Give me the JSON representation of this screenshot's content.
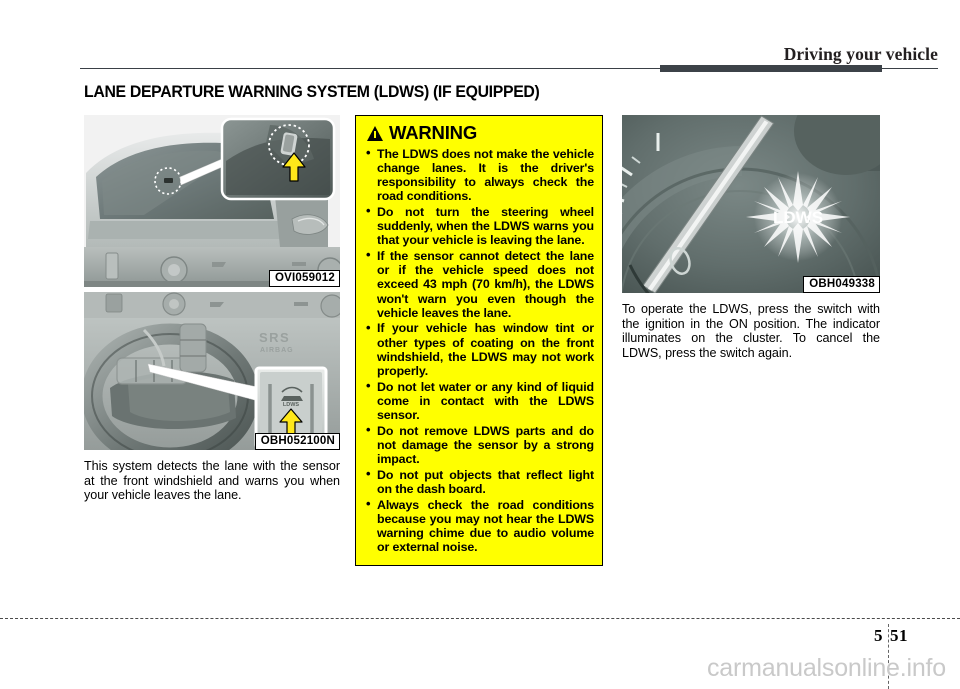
{
  "header": {
    "title": "Driving your vehicle"
  },
  "section": {
    "title": "LANE DEPARTURE WARNING SYSTEM (LDWS) (IF EQUIPPED)"
  },
  "figures": {
    "windshield_sensor": {
      "caption": "OVI059012",
      "alt": "Front windshield with LDWS sensor location circled and magnified inset"
    },
    "steering_wheel_switch": {
      "caption": "OBH052100N",
      "alt": "Steering wheel with LDWS switch magnified inset"
    },
    "cluster_indicator": {
      "caption": "OBH049338",
      "alt": "Instrument cluster with illuminated LDWS indicator",
      "indicator_label": "LDWS"
    }
  },
  "left_column": {
    "body": "This system detects the lane with the sensor at the front windshield and warns you when your vehicle leaves the lane."
  },
  "right_column": {
    "body": "To operate the LDWS, press the switch with the ignition in the ON position. The indicator illuminates on the cluster. To cancel the LDWS, press the switch again."
  },
  "warning": {
    "title": "WARNING",
    "icon": "warning-triangle-icon",
    "background_color": "#ffff00",
    "border_color": "#000000",
    "items": [
      "The LDWS does not make the vehicle change lanes. It is the driver's responsibility to always check the road conditions.",
      "Do not turn the steering wheel suddenly, when the LDWS warns you that your vehicle is leaving the lane.",
      "If the sensor cannot detect the lane or if the vehicle speed does not exceed 43 mph (70 km/h), the LDWS won't warn you even though the vehicle leaves the lane.",
      "If your vehicle has window tint or other types of coating on the front windshield, the LDWS may not work properly.",
      "Do not let water or any kind of liquid come in contact with the LDWS sensor.",
      "Do not remove LDWS parts and do not damage the sensor by a strong impact.",
      "Do not put objects that reflect light on the dash board.",
      "Always check the road conditions because you may not hear the LDWS warning chime due to audio volume or external noise."
    ]
  },
  "footer": {
    "chapter": "5",
    "page": "51",
    "watermark": "carmanualsonline.info"
  }
}
